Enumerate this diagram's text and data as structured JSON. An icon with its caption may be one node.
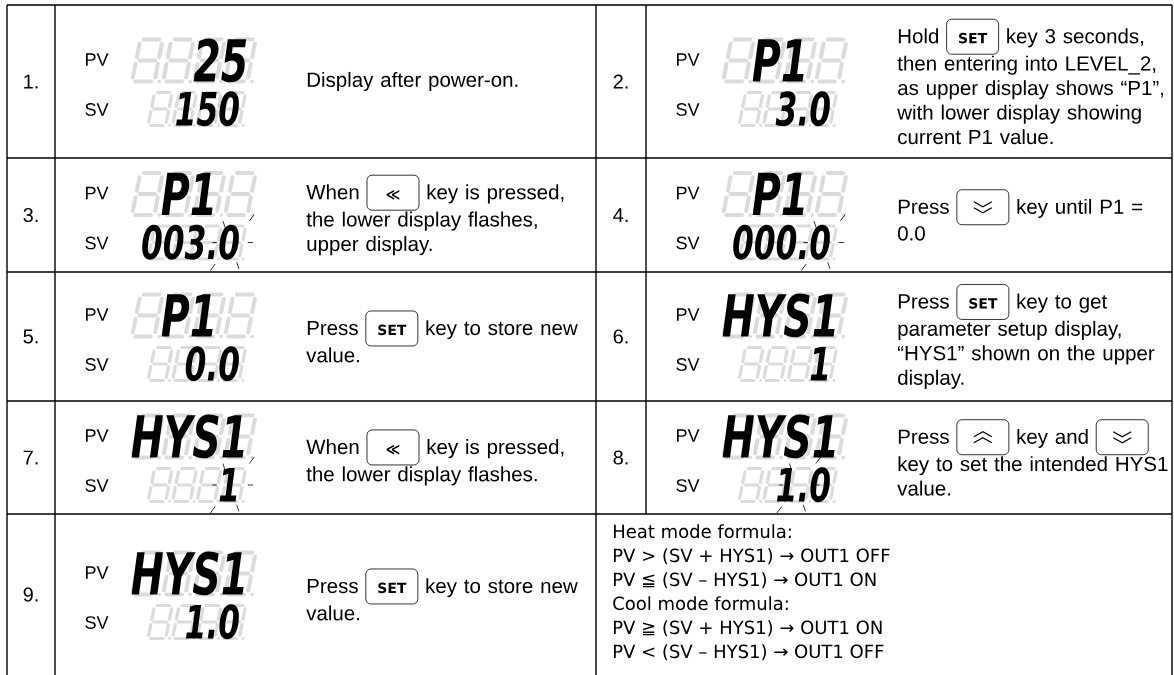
{
  "diagram": {
    "labels": [
      "1.",
      "PV",
      "25",
      "SV",
      "150",
      "Display after power-on.",
      "2.",
      "PV",
      "P1",
      "SV",
      "3.0",
      "Hold",
      "SET",
      "key 3 seconds, then entering into LEVEL_2, as upper display shows “P1”, with lower display showing current P1 value.",
      "3.",
      "PV",
      "P1",
      "SV",
      "003.0",
      "When",
      "≪",
      "key is pressed, the lower display flashes, upper display.",
      "4.",
      "PV",
      "P1",
      "SV",
      "000.0",
      "Press",
      "key until P1 = 0.0",
      "5.",
      "PV",
      "P1",
      "SV",
      "0.0",
      "Press",
      "SET",
      "key to store new value.",
      "6.",
      "PV",
      "HYS1",
      "SV",
      "1",
      "Press",
      "SET",
      "key to get parameter setup display, “HYS1” shown on the upper display.",
      "7.",
      "PV",
      "HYS1",
      "SV",
      "1",
      "When",
      "≪",
      "key is pressed, the lower display flashes.",
      "8.",
      "PV",
      "HYS1",
      "SV",
      "1.0",
      "Press",
      "key and",
      "key to set the intended HYS1 value.",
      "9.",
      "PV",
      "HYS1",
      "SV",
      "1.0",
      "Press",
      "SET",
      "key to store new value.",
      "Heat mode formula:",
      "PV > (SV + HYS1) → OUT1 OFF",
      "PV ≦ (SV – HYS1) → OUT1 ON",
      "Cool mode formula:",
      "PV ≧ (SV + HYS1) → OUT1 ON",
      "PV < (SV – HYS1) → OUT1 OFF"
    ]
  }
}
